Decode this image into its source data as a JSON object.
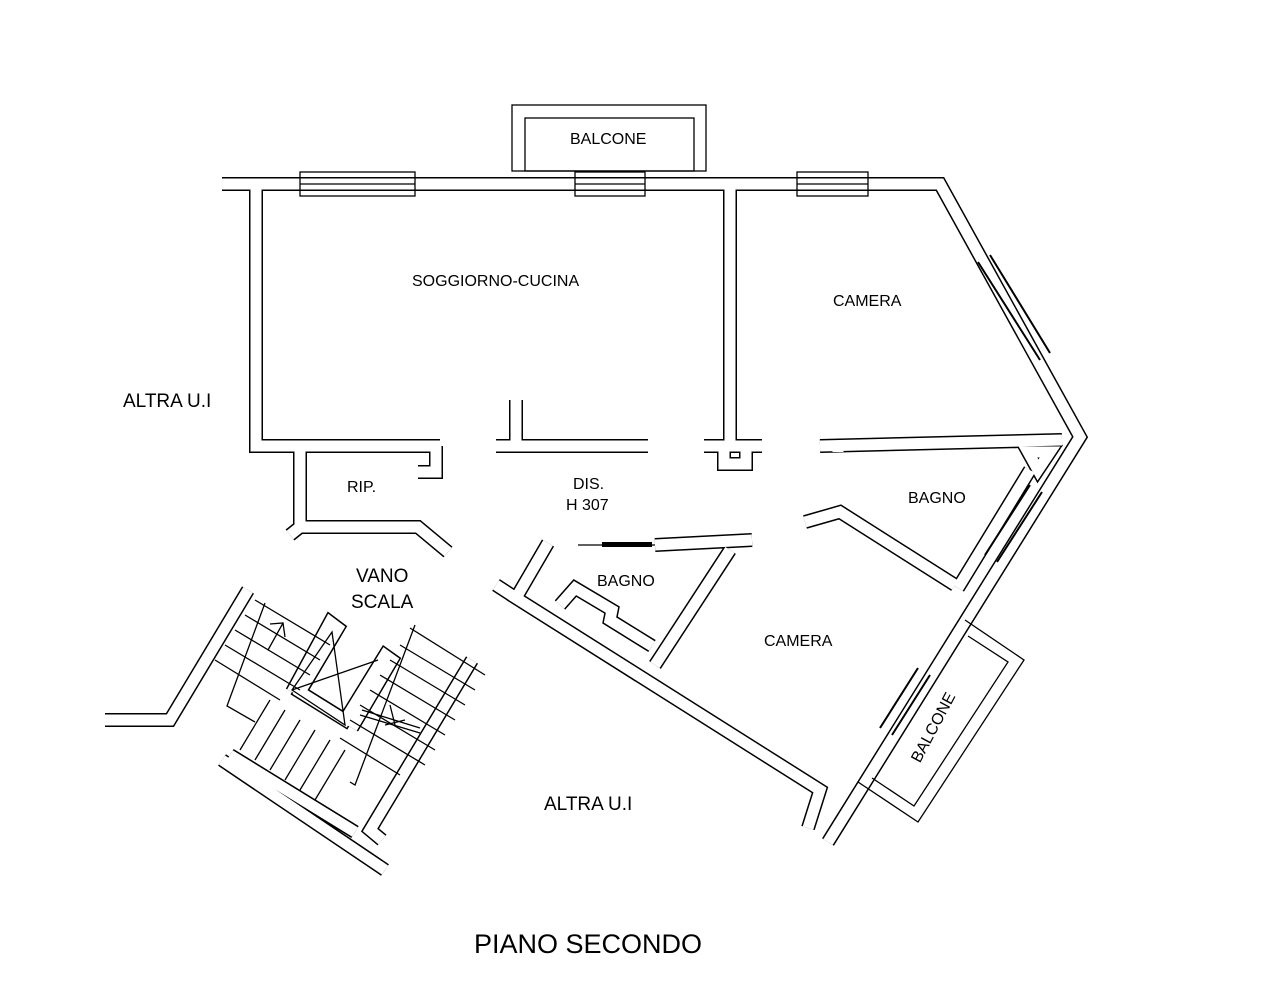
{
  "plan": {
    "title": "PIANO SECONDO",
    "rooms": {
      "balcone_top": "BALCONE",
      "soggiorno": "SOGGIORNO-CUCINA",
      "camera_top": "CAMERA",
      "altra_left": "ALTRA U.I",
      "rip": "RIP.",
      "dis": "DIS.",
      "dis_height": "H 307",
      "bagno_right": "BAGNO",
      "vano": "VANO",
      "scala": "SCALA",
      "bagno_center": "BAGNO",
      "camera_bottom": "CAMERA",
      "balcone_right": "BALCONE",
      "altra_bottom": "ALTRA U.I"
    }
  }
}
